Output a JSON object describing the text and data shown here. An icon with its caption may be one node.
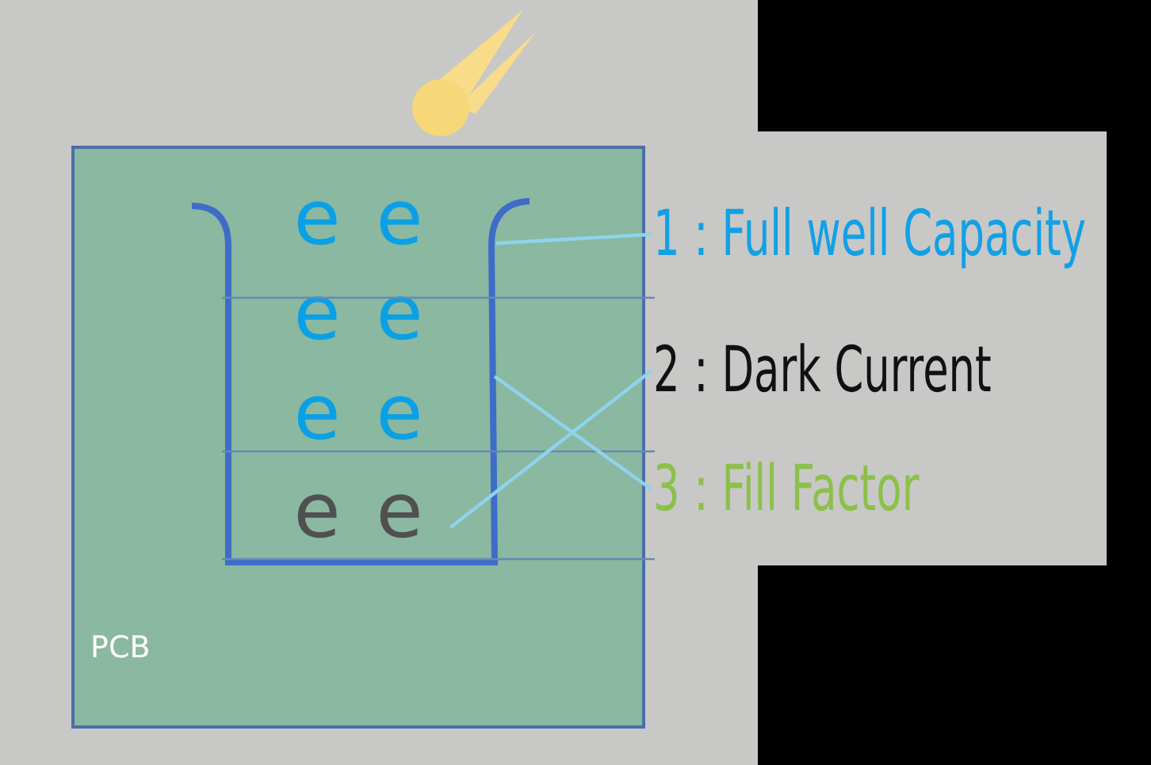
{
  "diagram": {
    "nodes": [
      {
        "text": [
          "PCB"
        ]
      },
      {
        "text": [],
        "shape": "box",
        "in": 0
      },
      {
        "text": [
          "e"
        ],
        "in": 1
      },
      {
        "text": [
          "e"
        ],
        "in": 1
      },
      {
        "text": [
          "e"
        ],
        "in": 1
      },
      {
        "text": [
          "e"
        ],
        "in": 1
      },
      {
        "text": [
          "e"
        ],
        "in": 1
      },
      {
        "text": [
          "e"
        ],
        "in": 1
      },
      {
        "text": [
          "e"
        ],
        "in": 1
      },
      {
        "text": [
          "e"
        ],
        "in": 1
      },
      {
        "text": [
          "1：Full well Capacity"
        ]
      },
      {
        "text": [
          "2：Dark Current"
        ]
      },
      {
        "text": [
          "3：Fill Factor"
        ]
      }
    ],
    "edges": [
      {
        "from": 10,
        "to": 1,
        "arrow": "none"
      },
      {
        "from": 11,
        "to": 9,
        "arrow": "none"
      },
      {
        "from": 12,
        "to": 1,
        "arrow": "none"
      }
    ]
  }
}
